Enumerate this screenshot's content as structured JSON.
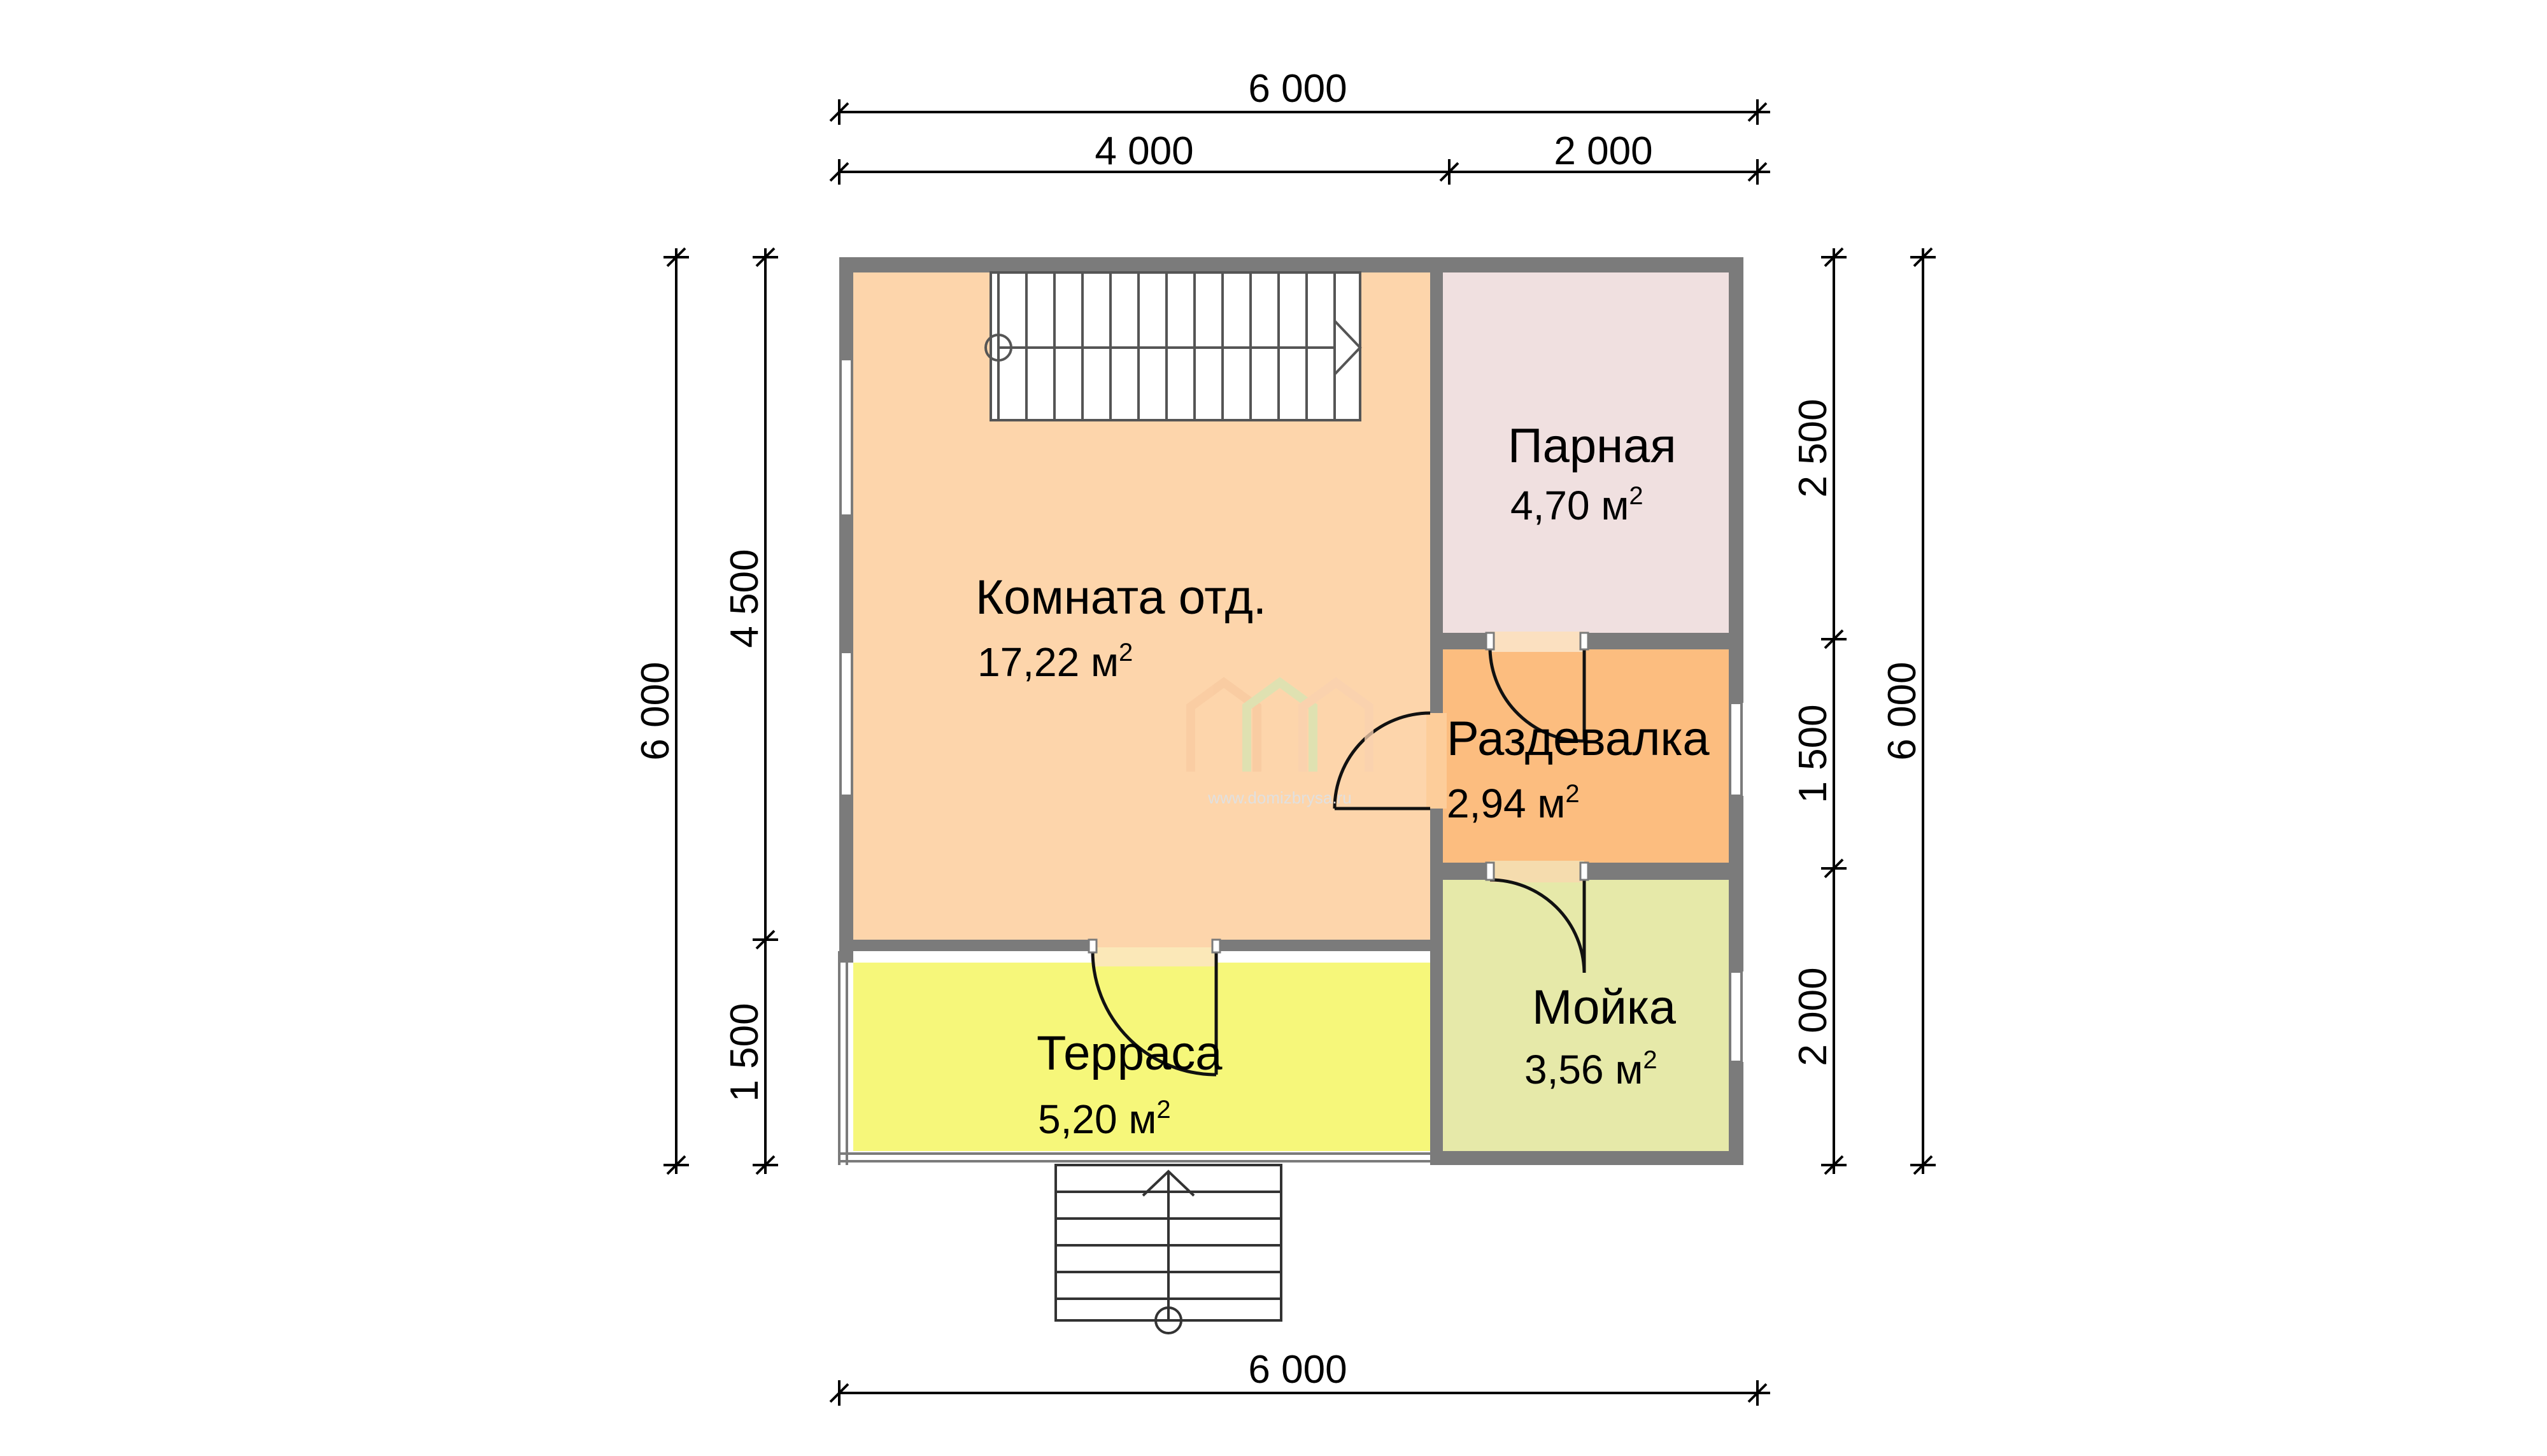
{
  "dimensions": {
    "top_total": "6 000",
    "top_left": "4 000",
    "top_right": "2 000",
    "bottom_total": "6 000",
    "left_outer": "6 000",
    "left_upper": "4 500",
    "left_lower": "1 500",
    "right_top": "2 500",
    "right_middle": "1 500",
    "right_bottom": "2 000",
    "right_outer": "6 000"
  },
  "rooms": {
    "living": {
      "name": "Комната отд.",
      "area": "17,22 м",
      "unit_power": "2"
    },
    "steam": {
      "name": "Парная",
      "area": "4,70 м",
      "unit_power": "2"
    },
    "changing": {
      "name": "Раздевалка",
      "area": "2,94 м",
      "unit_power": "2"
    },
    "washing": {
      "name": "Мойка",
      "area": "3,56 м",
      "unit_power": "2"
    },
    "terrace": {
      "name": "Терраса",
      "area": "5,20 м",
      "unit_power": "2"
    }
  },
  "watermark": {
    "url": "www.domizbrysa.ru"
  },
  "colors": {
    "living": "#fdd5ab",
    "steam": "#f0e0e0",
    "changing": "#fcbd7f",
    "washing": "#e6e9a9",
    "terrace": "#f6f77a",
    "wall": "#7b7b7b"
  }
}
